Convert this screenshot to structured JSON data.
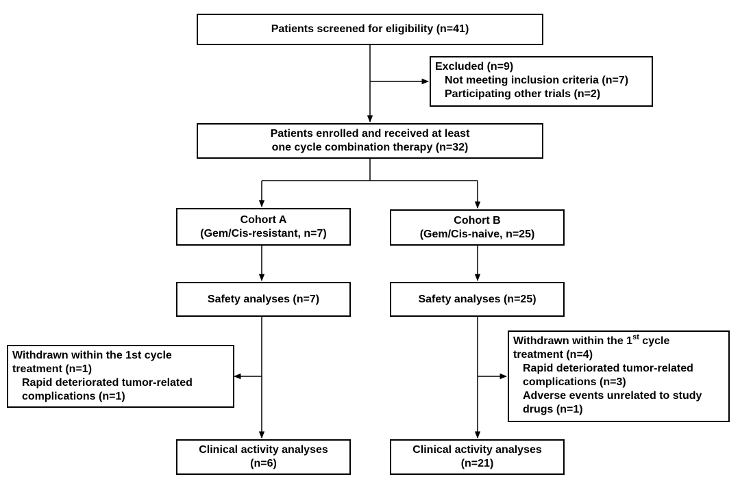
{
  "screening": {
    "text": "Patients screened for eligibility (n=41)"
  },
  "excluded": {
    "title": "Excluded (n=9)",
    "items": [
      "Not meeting inclusion criteria (n=7)",
      "Participating other trials (n=2)"
    ]
  },
  "enrolled": {
    "line1": "Patients enrolled and received at least",
    "line2": "one cycle combination therapy (n=32)"
  },
  "cohort_a": {
    "title": "Cohort A",
    "subtitle": "(Gem/Cis-resistant, n=7)",
    "safety": "Safety analyses (n=7)",
    "withdrawn": {
      "title_line1": "Withdrawn within the 1st cycle",
      "title_line2": "treatment (n=1)",
      "reason_line1": "Rapid deteriorated tumor-related",
      "reason_line2": "complications (n=1)"
    },
    "clinical": {
      "line1": "Clinical activity analyses",
      "line2": "(n=6)"
    }
  },
  "cohort_b": {
    "title": "Cohort B",
    "subtitle": "(Gem/Cis-naive, n=25)",
    "safety": "Safety analyses (n=25)",
    "withdrawn": {
      "title_pre": "Withdrawn within the 1",
      "title_sup": "st",
      "title_post": " cycle",
      "title_line2": "treatment (n=4)",
      "reason1_line1": "Rapid deteriorated tumor-related",
      "reason1_line2": "complications (n=3)",
      "reason2_line1": "Adverse events unrelated to study",
      "reason2_line2": "drugs (n=1)"
    },
    "clinical": {
      "line1": "Clinical activity analyses",
      "line2": "(n=21)"
    }
  },
  "colors": {
    "stroke": "#000000",
    "background": "#ffffff"
  }
}
